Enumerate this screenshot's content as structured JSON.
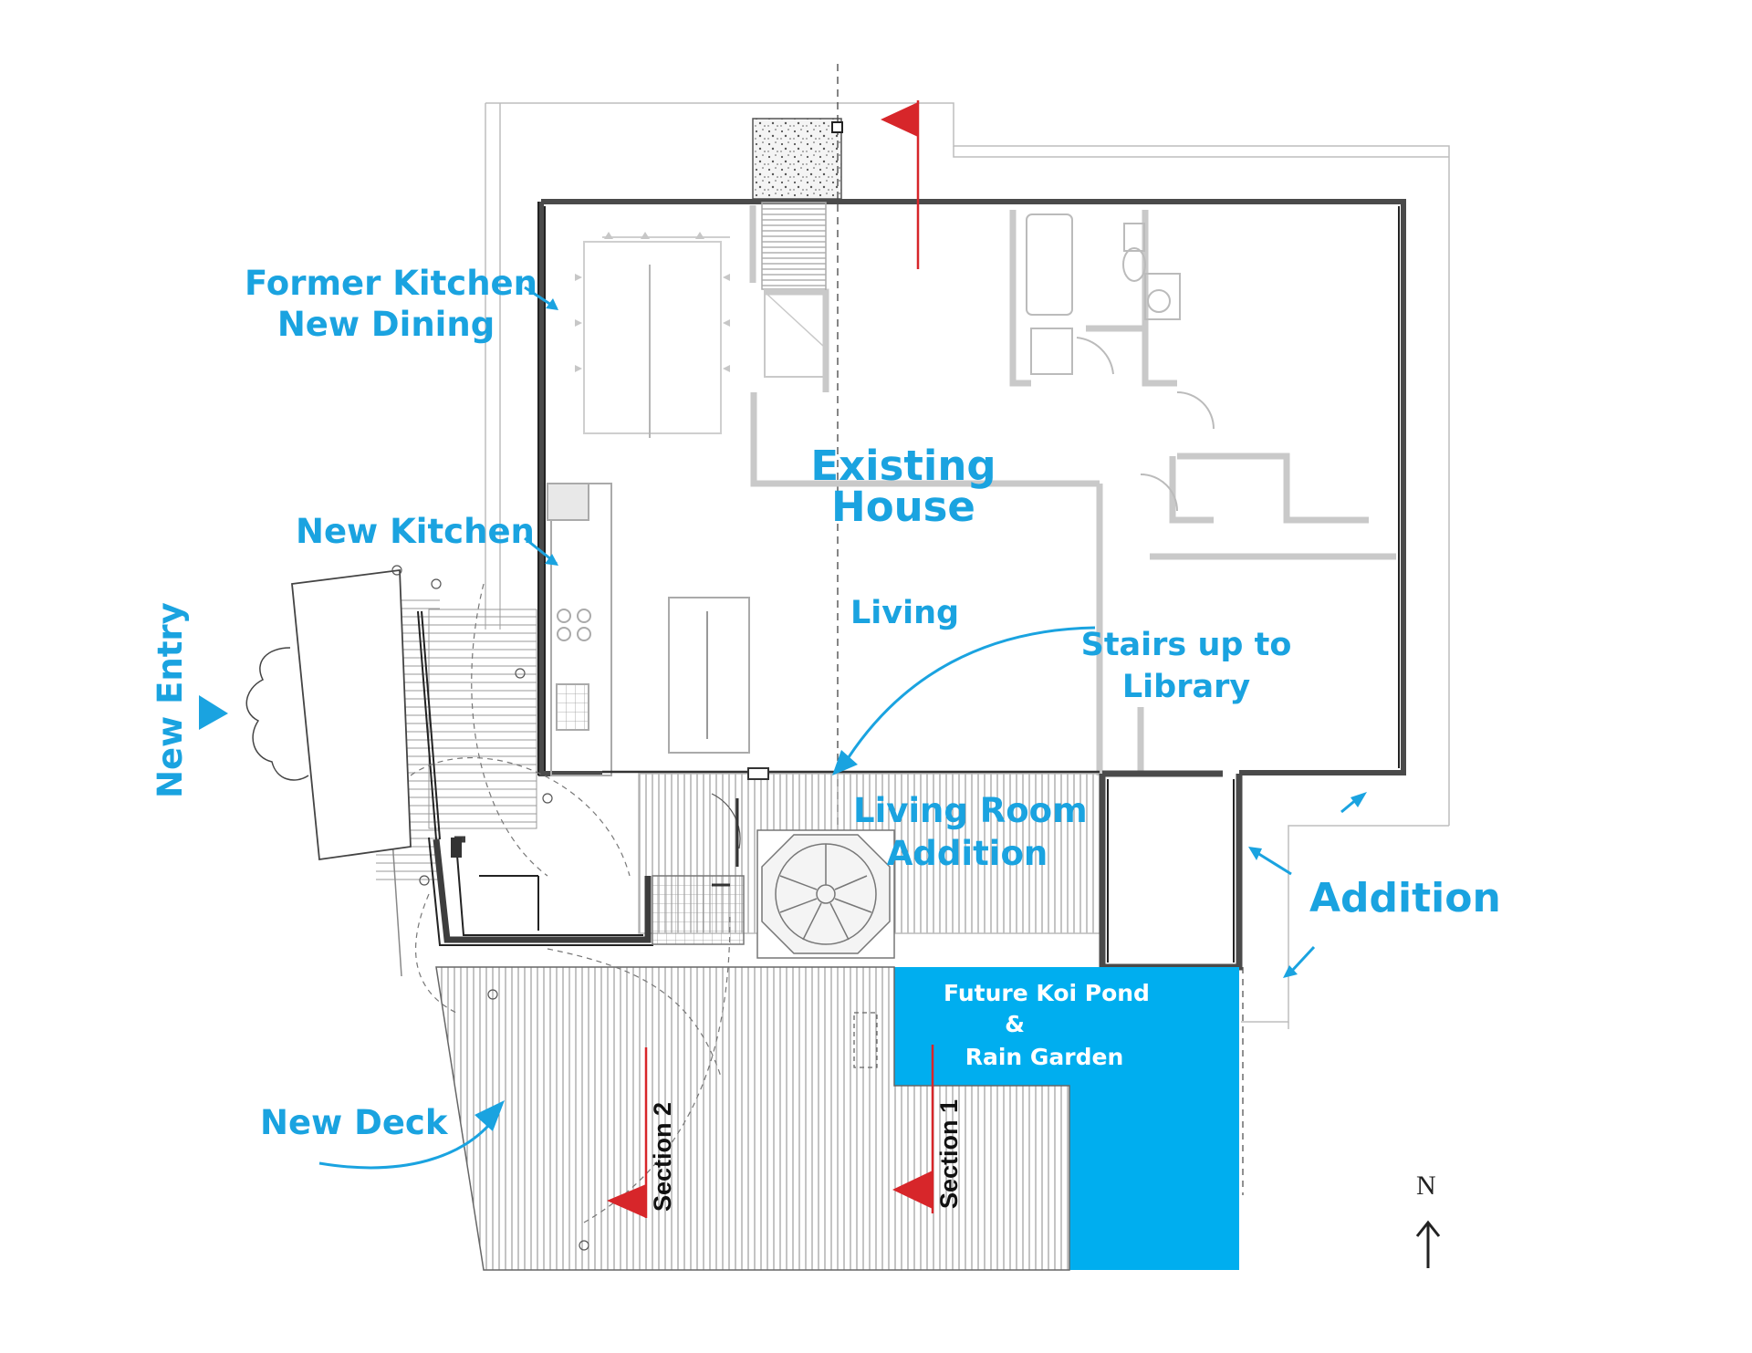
{
  "colors": {
    "annotation": "#1aa3e0",
    "pond_fill": "#00aeef",
    "section_flag": "#d7262a",
    "wall_dark": "#444444",
    "wall_light": "#c8c8c8"
  },
  "labels": {
    "former_kitchen_line1": "Former Kitchen",
    "former_kitchen_line2": "New Dining",
    "existing_house_line1": "Existing",
    "existing_house_line2": "House",
    "new_kitchen": "New Kitchen",
    "living": "Living",
    "stairs_line1": "Stairs up to",
    "stairs_line2": "Library",
    "new_entry": "New Entry",
    "living_room_addition_line1": "Living Room",
    "living_room_addition_line2": "Addition",
    "addition": "Addition",
    "new_deck": "New Deck",
    "koi_line1": "Future Koi Pond",
    "koi_line2": "&",
    "koi_line3": "Rain Garden",
    "section_1": "Section 1",
    "section_2": "Section 2",
    "north": "N"
  },
  "icons": {
    "north_arrow": "arrow-up-icon",
    "section_marker": "section-flag-icon",
    "pointer": "arrowhead-icon"
  }
}
